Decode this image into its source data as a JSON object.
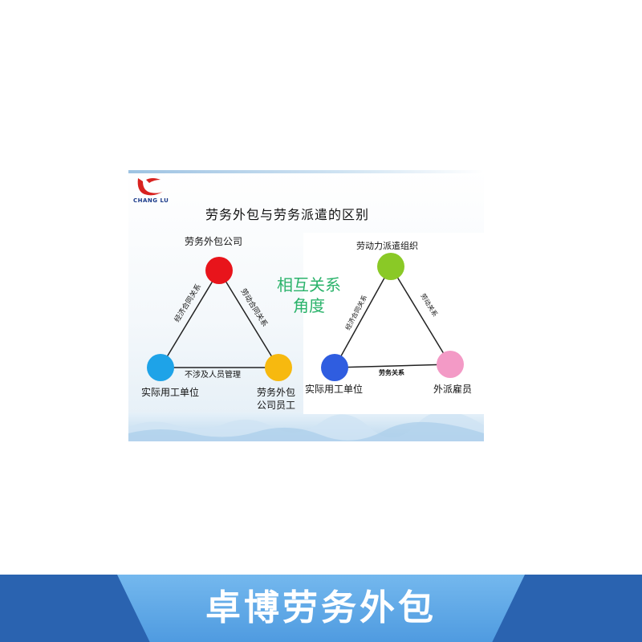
{
  "slide": {
    "logo_text": "CHANG LU",
    "title": "劳务外包与劳务派遣的区别",
    "center_text_line1": "相互关系",
    "center_text_line2": "角度"
  },
  "left_diagram": {
    "top_node": "劳务外包公司",
    "left_node": "实际用工单位",
    "right_node_line1": "劳务外包",
    "right_node_line2": "公司员工",
    "left_edge": "经济合同关系",
    "right_edge": "劳动合同关系",
    "bottom_edge": "不涉及人员管理",
    "colors": {
      "top": "#e8141b",
      "left": "#1ea3e8",
      "right": "#f7b90f"
    }
  },
  "right_diagram": {
    "top_node": "劳动力派遣组织",
    "left_node": "实际用工单位",
    "right_node": "外派雇员",
    "left_edge": "经济合同关系",
    "right_edge": "劳动关系",
    "bottom_edge": "劳务关系",
    "colors": {
      "top": "#8ac926",
      "left": "#2f5de0",
      "right": "#f39ac6"
    }
  },
  "banner": {
    "text": "卓博劳务外包"
  }
}
